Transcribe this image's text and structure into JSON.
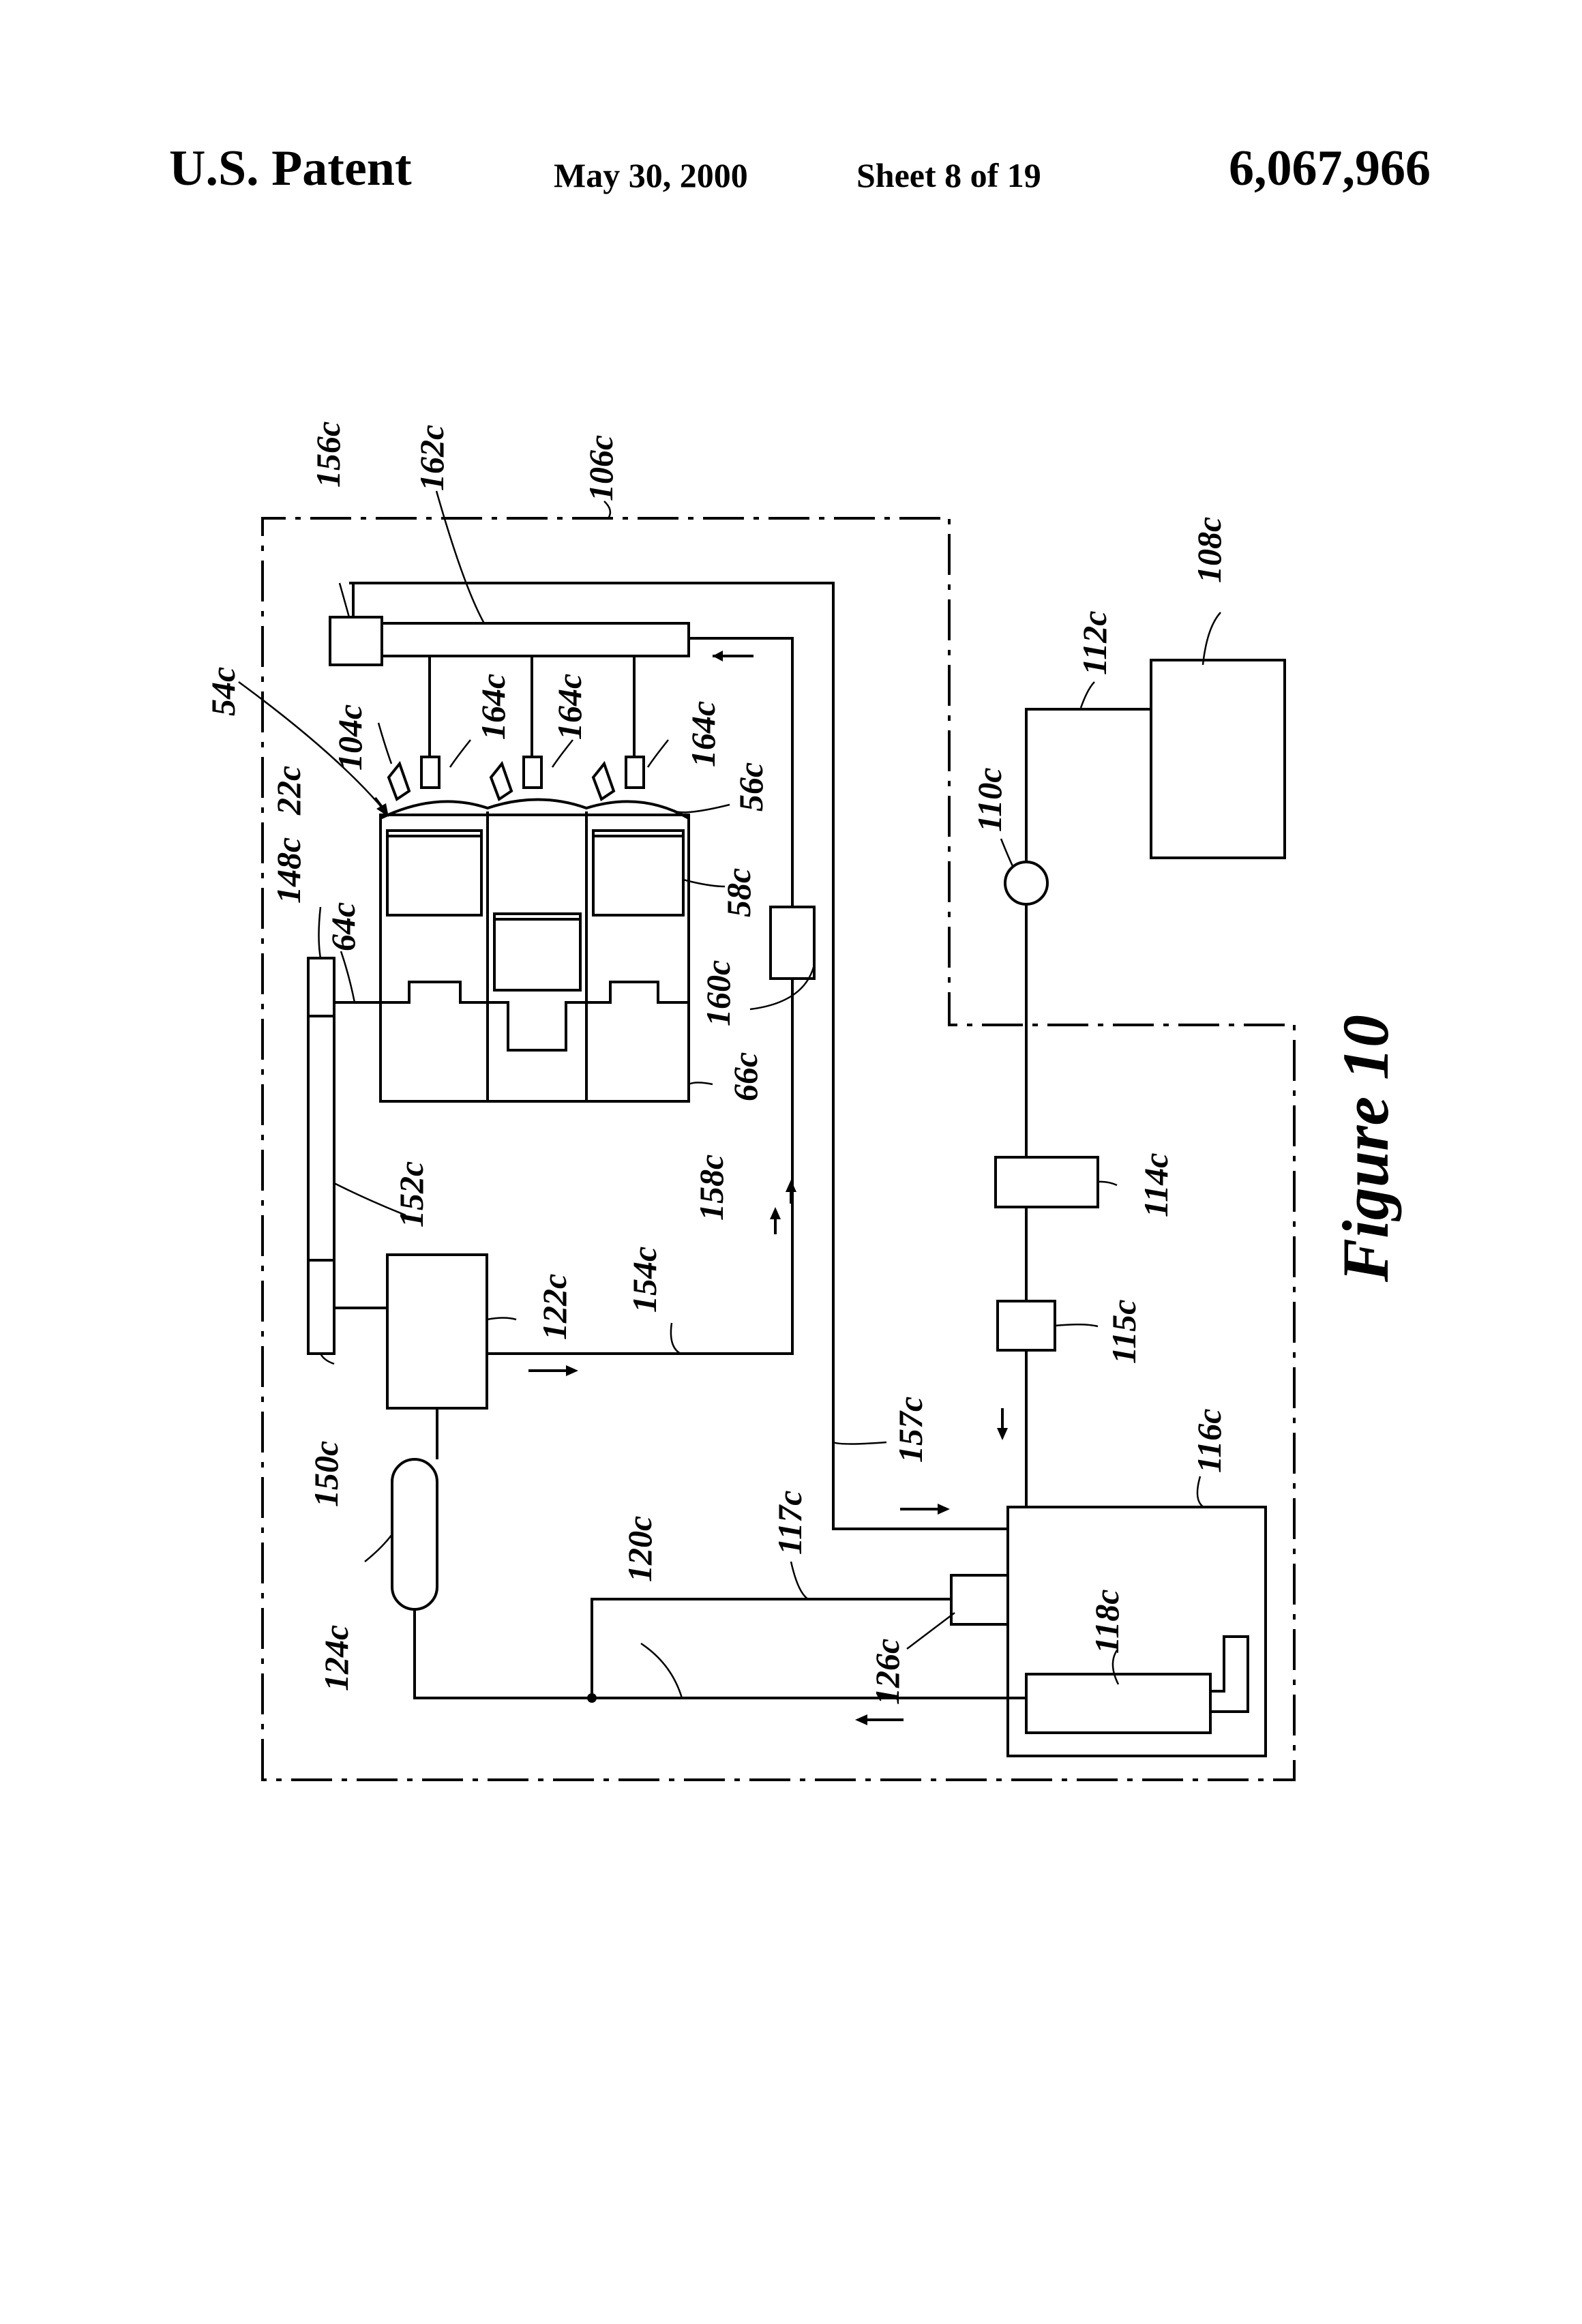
{
  "header": {
    "title": "U.S. Patent",
    "date": "May 30, 2000",
    "sheet": "Sheet 8 of 19",
    "patent_number": "6,067,966"
  },
  "figure": {
    "caption": "Figure 10",
    "labels": {
      "l156c": "156c",
      "l162c": "162c",
      "l106c": "106c",
      "l108c": "108c",
      "l54c": "54c",
      "l104c": "104c",
      "l22c": "22c",
      "l164c_1": "164c",
      "l164c_2": "164c",
      "l164c_3": "164c",
      "l112c": "112c",
      "l110c": "110c",
      "l56c": "56c",
      "l148c": "148c",
      "l64c": "64c",
      "l58c": "58c",
      "l160c": "160c",
      "l66c": "66c",
      "l152c": "152c",
      "l158c": "158c",
      "l114c": "114c",
      "l154c": "154c",
      "l122c": "122c",
      "l115c": "115c",
      "l150c": "150c",
      "l157c": "157c",
      "l116c": "116c",
      "l117c": "117c",
      "l120c": "120c",
      "l118c": "118c",
      "l124c": "124c",
      "l126c": "126c"
    }
  }
}
